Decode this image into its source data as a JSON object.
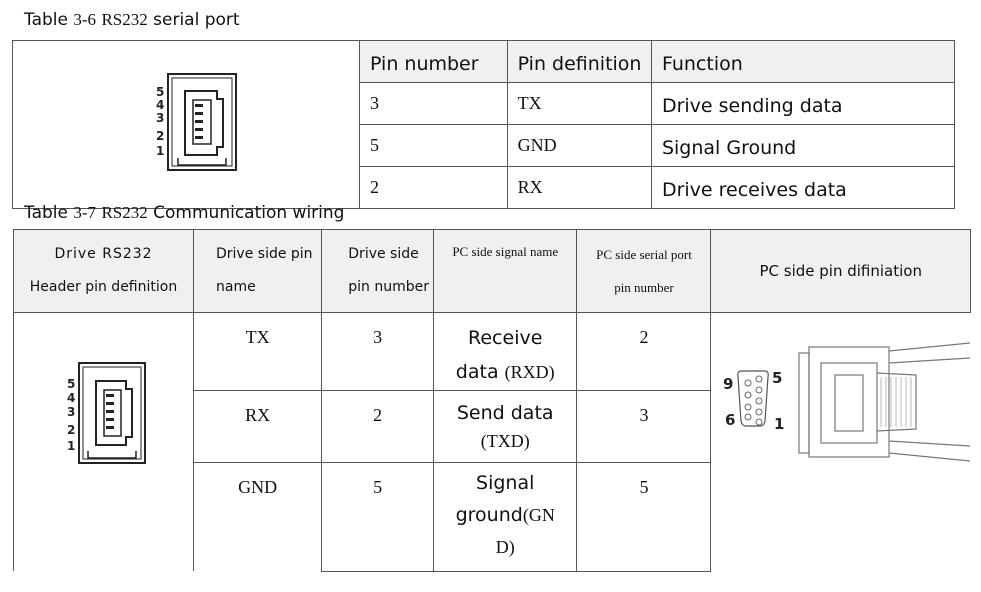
{
  "table36": {
    "caption_prefix": "Table",
    "caption_num": "3-6",
    "caption_model": "RS232",
    "caption_rest": "serial port",
    "connector_pins": [
      "5",
      "4",
      "3",
      "2",
      "1"
    ],
    "headers": [
      "Pin number",
      "Pin definition",
      "Function"
    ],
    "rows": [
      [
        "3",
        "TX",
        "Drive sending data"
      ],
      [
        "5",
        "GND",
        "Signal Ground"
      ],
      [
        "2",
        "RX",
        "Drive receives data"
      ]
    ]
  },
  "table37": {
    "caption_prefix": "Table",
    "caption_num": "3-7",
    "caption_model": "RS232",
    "caption_rest": "Communication wiring",
    "headers": {
      "c1_line1": "Drive RS232",
      "c1_line2": "Header pin definition",
      "c2_line1": "Drive side pin",
      "c2_line2": "name",
      "c3_line1": "Drive side",
      "c3_line2": "pin number",
      "c4": "PC side signal name",
      "c5_line1": "PC side serial port",
      "c5_line2": "pin number",
      "c6": "PC side pin difiniation"
    },
    "connector_pins": [
      "5",
      "4",
      "3",
      "2",
      "1"
    ],
    "rows": [
      {
        "pin_name": "TX",
        "pin_number": "3",
        "signal_a": "Receive",
        "signal_b": "data",
        "signal_c": "(RXD)",
        "pc_pin": "2"
      },
      {
        "pin_name": "RX",
        "pin_number": "2",
        "signal_a": "Send data",
        "signal_b": "",
        "signal_c": "(TXD)",
        "pc_pin": "3"
      },
      {
        "pin_name": "GND",
        "pin_number": "5",
        "signal_a": "Signal",
        "signal_b": "ground",
        "signal_c": "(GN",
        "signal_d": "D)",
        "pc_pin": "5"
      }
    ],
    "db9_labels": {
      "top_left": "9",
      "top_right": "5",
      "bottom_left": "6",
      "bottom_right": "1"
    }
  }
}
